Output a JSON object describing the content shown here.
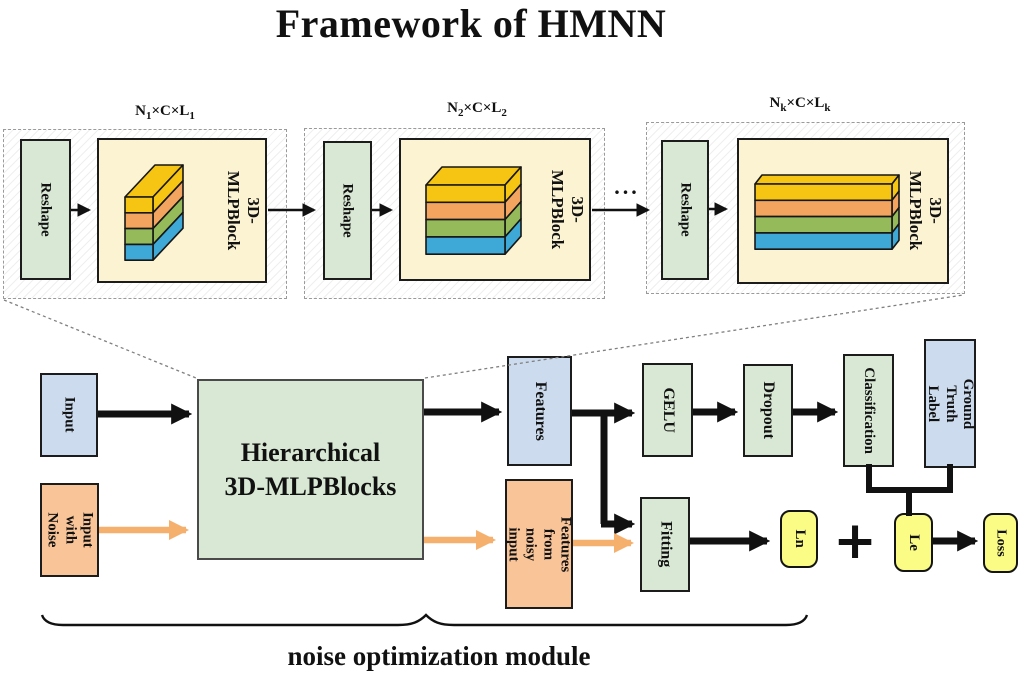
{
  "title": "Framework of HMNN",
  "top_row": {
    "ellipsis": "...",
    "stages": [
      {
        "dim_base": "N",
        "dim_sub": "1",
        "dim_rest": "×C×L",
        "reshape": "Reshape",
        "block": "3D-MLPBlock"
      },
      {
        "dim_base": "N",
        "dim_sub": "2",
        "dim_rest": "×C×L",
        "reshape": "Reshape",
        "block": "3D-MLPBlock"
      },
      {
        "dim_base": "N",
        "dim_sub": "k",
        "dim_rest": "×C×L",
        "reshape": "Reshape",
        "block": "3D-MLPBlock"
      }
    ]
  },
  "flow": {
    "input": "Input",
    "input_with_noise": "Input with\nNoise",
    "hierarchical": "Hierarchical\n3D-MLPBlocks",
    "features": "Features",
    "features_noisy": "Features from\nnoisy input",
    "gelu": "GELU",
    "dropout": "Dropout",
    "classification": "Classification",
    "ground_truth": "Ground\nTruth Label",
    "fitting": "Fitting",
    "ln": "Ln",
    "plus": "+",
    "le": "Le",
    "loss": "Loss"
  },
  "footer": {
    "noise_module": "noise optimization module"
  },
  "colors": {
    "box_green": "#d8e8d4",
    "box_blue": "#ccdcee",
    "box_orange": "#f9c498",
    "box_yellow_pale": "#fbf3d2",
    "box_yellow_bright": "#fafc85",
    "arrow_black": "#111111",
    "arrow_orange": "#f5b06e",
    "stack": [
      "#f6c513",
      "#f3a55f",
      "#94ba5a",
      "#3ea9d6"
    ]
  }
}
